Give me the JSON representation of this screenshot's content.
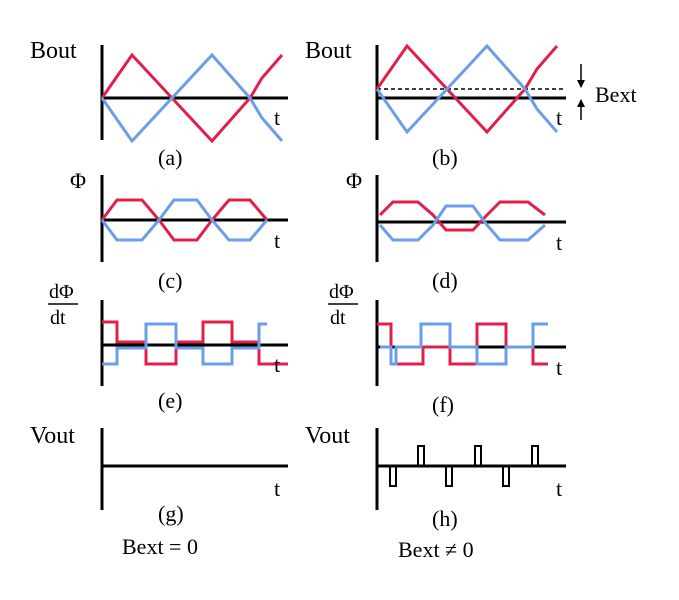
{
  "colors": {
    "red": "#e0204a",
    "blue": "#6b9ee8",
    "axis": "#000000"
  },
  "labels": {
    "bout": "Bout",
    "phi": "Φ",
    "dphi_num": "dΦ",
    "dphi_den": "dt",
    "vout": "Vout",
    "t": "t",
    "bext": "Bext",
    "bext_zero": "Bext = 0",
    "bext_nonzero": "Bext ≠ 0"
  },
  "panels": [
    {
      "id": "a",
      "caption": "(a)"
    },
    {
      "id": "b",
      "caption": "(b)"
    },
    {
      "id": "c",
      "caption": "(c)"
    },
    {
      "id": "d",
      "caption": "(d)"
    },
    {
      "id": "e",
      "caption": "(e)"
    },
    {
      "id": "f",
      "caption": "(f)"
    },
    {
      "id": "g",
      "caption": "(g)"
    },
    {
      "id": "h",
      "caption": "(h)"
    }
  ]
}
